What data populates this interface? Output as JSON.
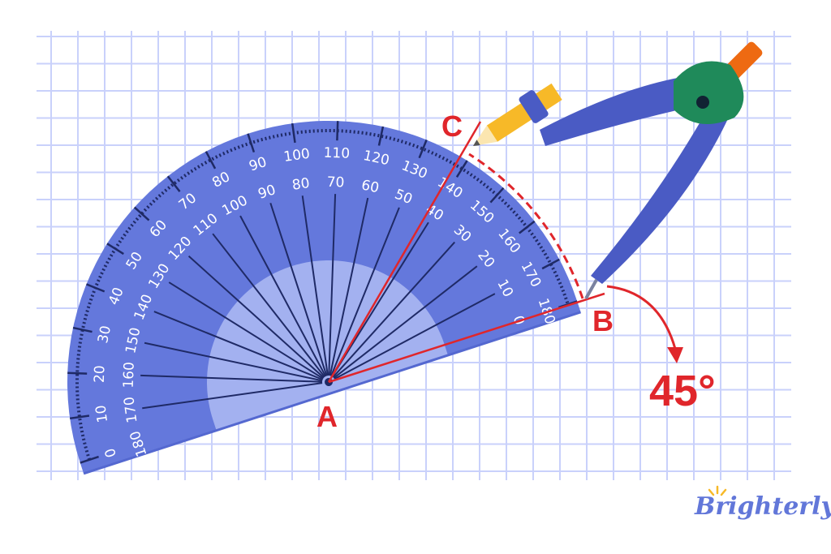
{
  "diagram": {
    "points": {
      "a": "A",
      "b": "B",
      "c": "C"
    },
    "angle_label": "45°",
    "protractor": {
      "outer_scale": [
        "0",
        "10",
        "20",
        "30",
        "40",
        "50",
        "60",
        "70",
        "80",
        "90",
        "100",
        "110",
        "120",
        "130",
        "140",
        "150",
        "160",
        "170",
        "180"
      ],
      "inner_scale": [
        "180",
        "170",
        "160",
        "150",
        "140",
        "130",
        "120",
        "110",
        "100",
        "90",
        "80",
        "70",
        "60",
        "50",
        "40",
        "30",
        "20",
        "10",
        "0"
      ]
    },
    "colors": {
      "protractor": "#6478dc",
      "protractor_inner": "#a3b1f0",
      "rays": "#1f2a66",
      "angle_lines": "#e0262b",
      "grid": "#c9d1fb",
      "compass": "#4a5bc4",
      "compass_hinge": "#1f8a5a",
      "handle": "#ee6a12",
      "pencil": "#f7b928"
    }
  },
  "logo": {
    "text": "Brighterly"
  }
}
